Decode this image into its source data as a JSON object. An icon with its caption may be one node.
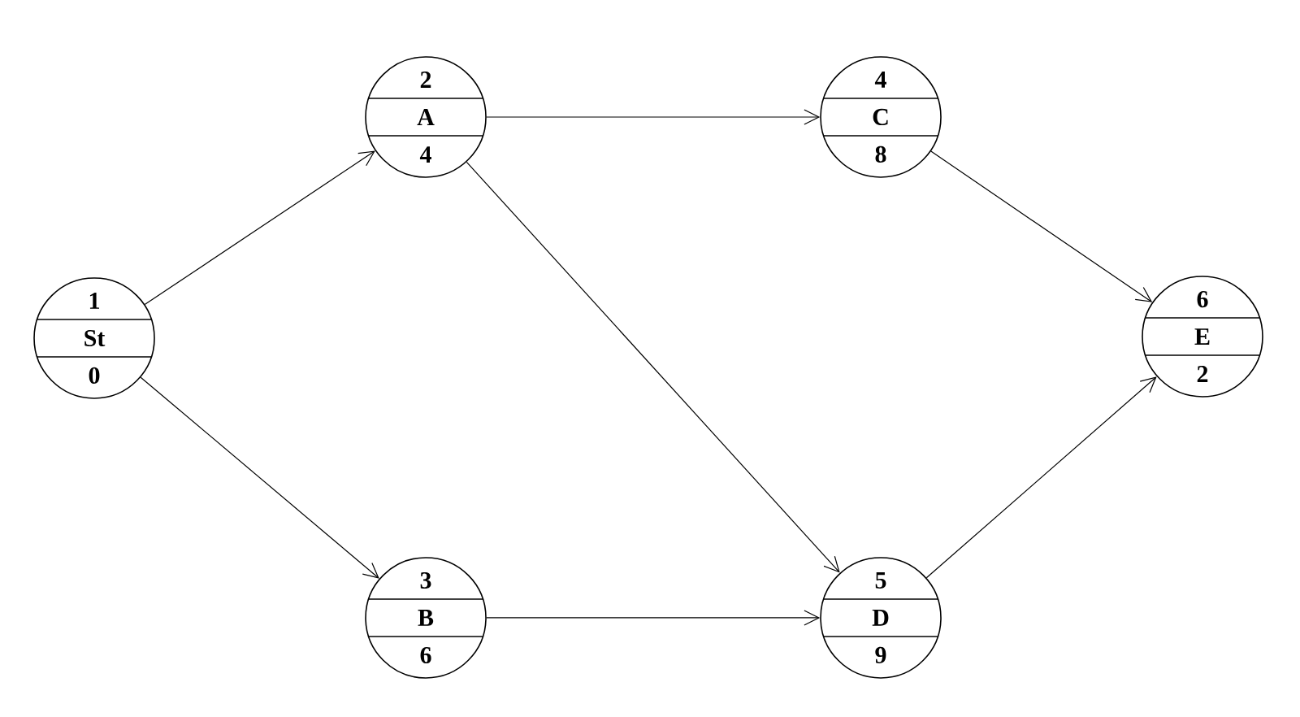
{
  "diagram": {
    "nodes": [
      {
        "text": [
          "1",
          "St",
          "0"
        ]
      },
      {
        "text": [
          "2",
          "A",
          "4"
        ]
      },
      {
        "text": [
          "3",
          "B",
          "6"
        ]
      },
      {
        "text": [
          "4",
          "C",
          "8"
        ]
      },
      {
        "text": [
          "5",
          "D",
          "9"
        ]
      },
      {
        "text": [
          "6",
          "E",
          "2"
        ]
      }
    ],
    "edges": [
      {
        "from": 0,
        "to": 1,
        "arrow": "to"
      },
      {
        "from": 0,
        "to": 2,
        "arrow": "to"
      },
      {
        "from": 1,
        "to": 3,
        "arrow": "to"
      },
      {
        "from": 1,
        "to": 4,
        "arrow": "to"
      },
      {
        "from": 2,
        "to": 4,
        "arrow": "to"
      },
      {
        "from": 3,
        "to": 5,
        "arrow": "to"
      },
      {
        "from": 4,
        "to": 5,
        "arrow": "to"
      }
    ]
  }
}
